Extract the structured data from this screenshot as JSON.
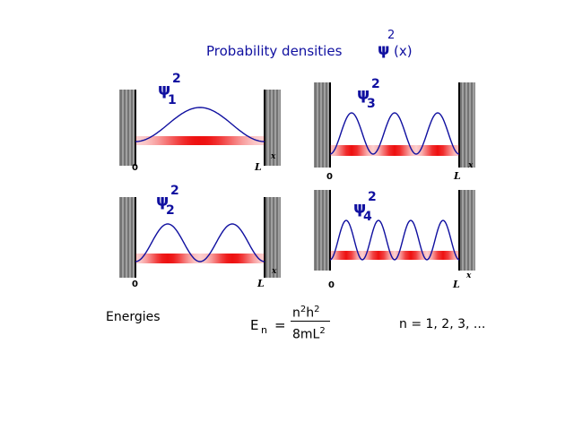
{
  "title": {
    "text": "Probability densities",
    "psi": "ψ",
    "sup": "2",
    "arg": "(x)"
  },
  "panels": [
    {
      "psi": "ψ",
      "sup": "2",
      "sub": "1",
      "n": 1
    },
    {
      "psi": "ψ",
      "sup": "2",
      "sub": "3",
      "n": 3
    },
    {
      "psi": "ψ",
      "sup": "2",
      "sub": "2",
      "n": 2
    },
    {
      "psi": "ψ",
      "sup": "2",
      "sub": "4",
      "n": 4
    }
  ],
  "axis": {
    "zero": "0",
    "L": "L",
    "x": "x"
  },
  "energies_label": "Energies",
  "equation": {
    "E": "E",
    "sub": "n",
    "eq": "=",
    "num_n": "n",
    "num_h": "h",
    "num_sup": "2",
    "den": "8mL",
    "den_sup": "2"
  },
  "n_range": "n = 1, 2, 3, ...",
  "colors": {
    "curve": "#1010a0",
    "density": "#ee1010",
    "wall": "#555555"
  }
}
